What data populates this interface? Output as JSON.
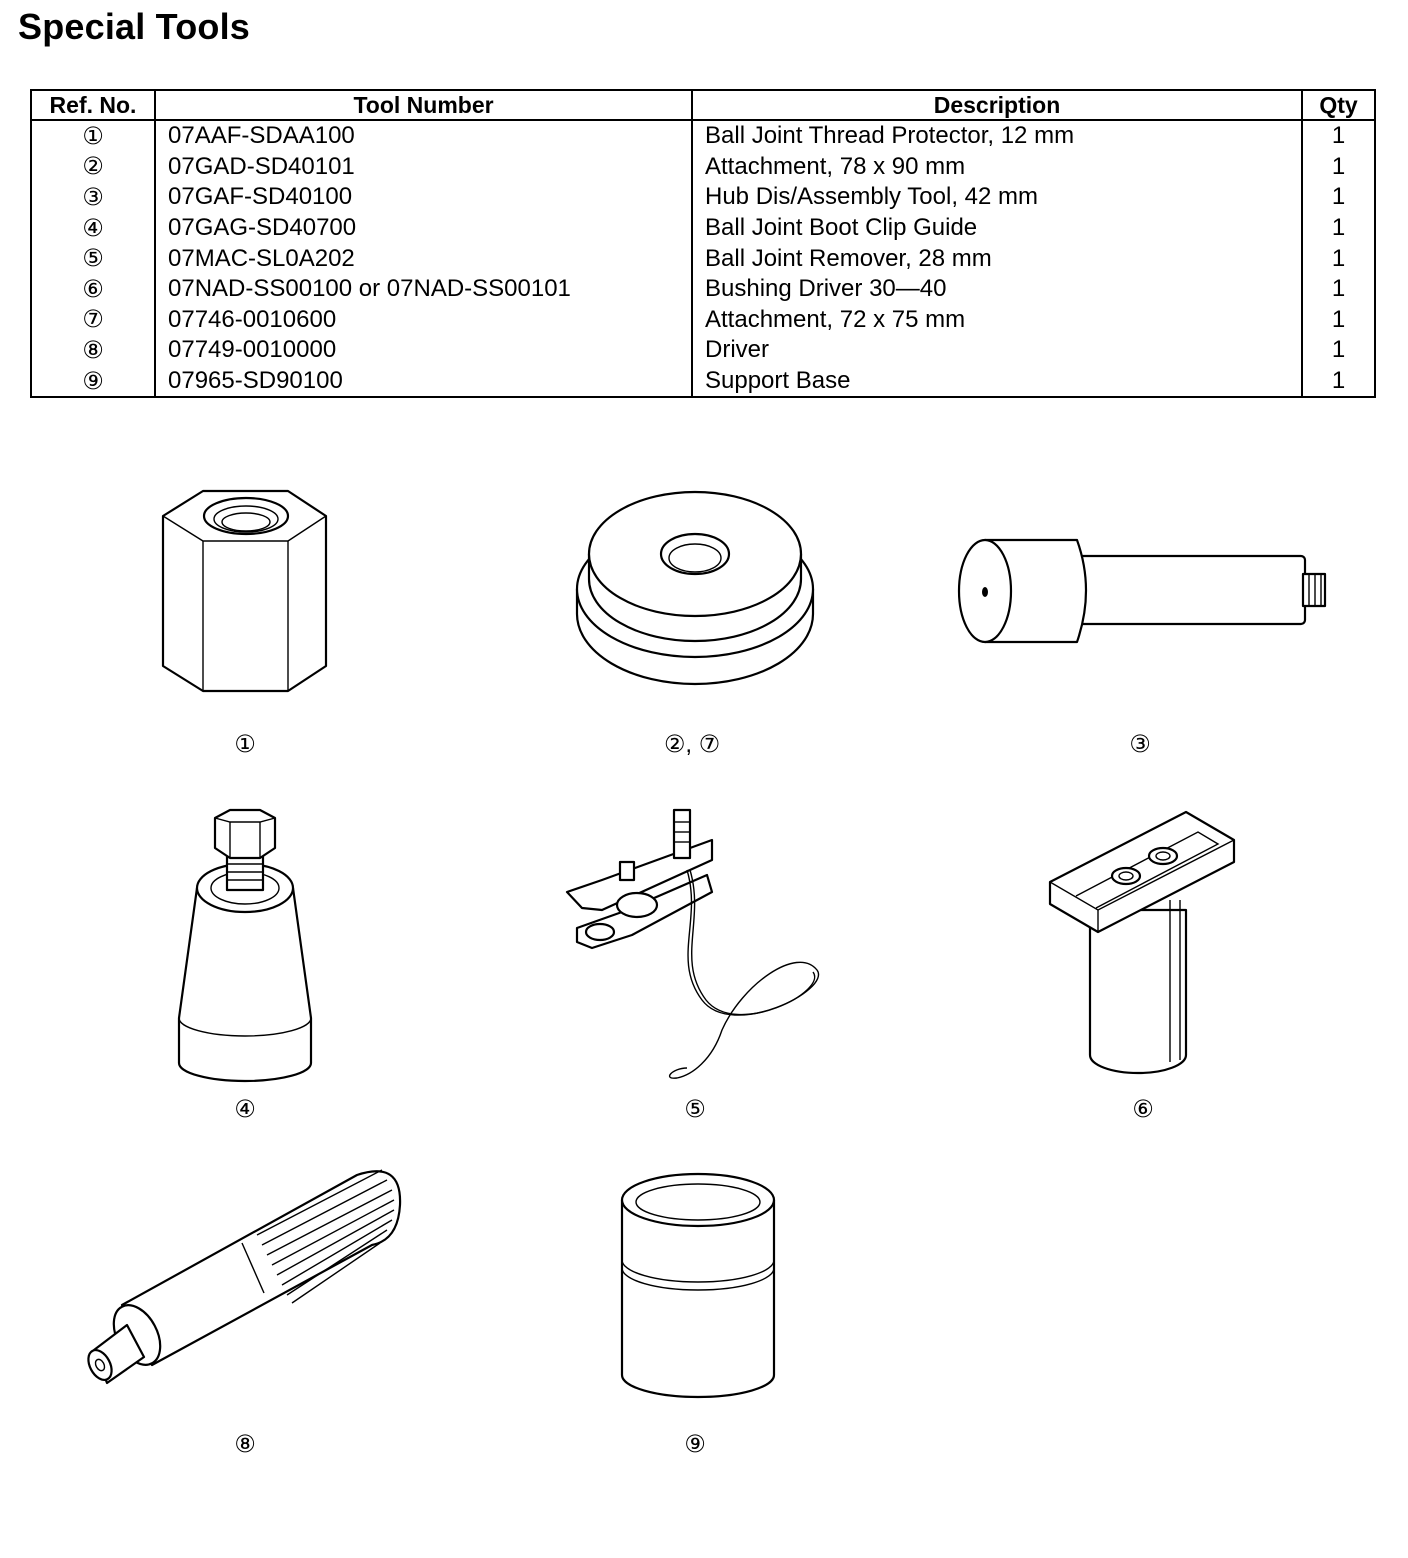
{
  "page": {
    "title": "Special Tools"
  },
  "table": {
    "headers": {
      "ref": "Ref. No.",
      "tool_number": "Tool Number",
      "description": "Description",
      "qty": "Qty"
    },
    "rows": [
      {
        "ref": "①",
        "tool_number": "07AAF-SDAA100",
        "description": "Ball Joint Thread Protector, 12 mm",
        "qty": "1"
      },
      {
        "ref": "②",
        "tool_number": "07GAD-SD40101",
        "description": "Attachment, 78 x 90 mm",
        "qty": "1"
      },
      {
        "ref": "③",
        "tool_number": "07GAF-SD40100",
        "description": "Hub Dis/Assembly Tool, 42 mm",
        "qty": "1"
      },
      {
        "ref": "④",
        "tool_number": "07GAG-SD40700",
        "description": "Ball Joint Boot Clip Guide",
        "qty": "1"
      },
      {
        "ref": "⑤",
        "tool_number": "07MAC-SL0A202",
        "description": "Ball Joint Remover, 28 mm",
        "qty": "1"
      },
      {
        "ref": "⑥",
        "tool_number": "07NAD-SS00100 or 07NAD-SS00101",
        "description": "Bushing Driver 30—40",
        "qty": "1"
      },
      {
        "ref": "⑦",
        "tool_number": "07746-0010600",
        "description": "Attachment, 72 x 75 mm",
        "qty": "1"
      },
      {
        "ref": "⑧",
        "tool_number": "07749-0010000",
        "description": "Driver",
        "qty": "1"
      },
      {
        "ref": "⑨",
        "tool_number": "07965-SD90100",
        "description": "Support Base",
        "qty": "1"
      }
    ]
  },
  "figures": [
    {
      "caption": "①",
      "icon": "hex-thread-protector-icon"
    },
    {
      "caption": "②, ⑦",
      "icon": "attachment-disc-icon"
    },
    {
      "caption": "③",
      "icon": "hub-tool-icon"
    },
    {
      "caption": "④",
      "icon": "boot-clip-guide-icon"
    },
    {
      "caption": "⑤",
      "icon": "ball-joint-remover-icon"
    },
    {
      "caption": "⑥",
      "icon": "bushing-driver-icon"
    },
    {
      "caption": "⑧",
      "icon": "driver-handle-icon"
    },
    {
      "caption": "⑨",
      "icon": "support-base-icon"
    }
  ]
}
